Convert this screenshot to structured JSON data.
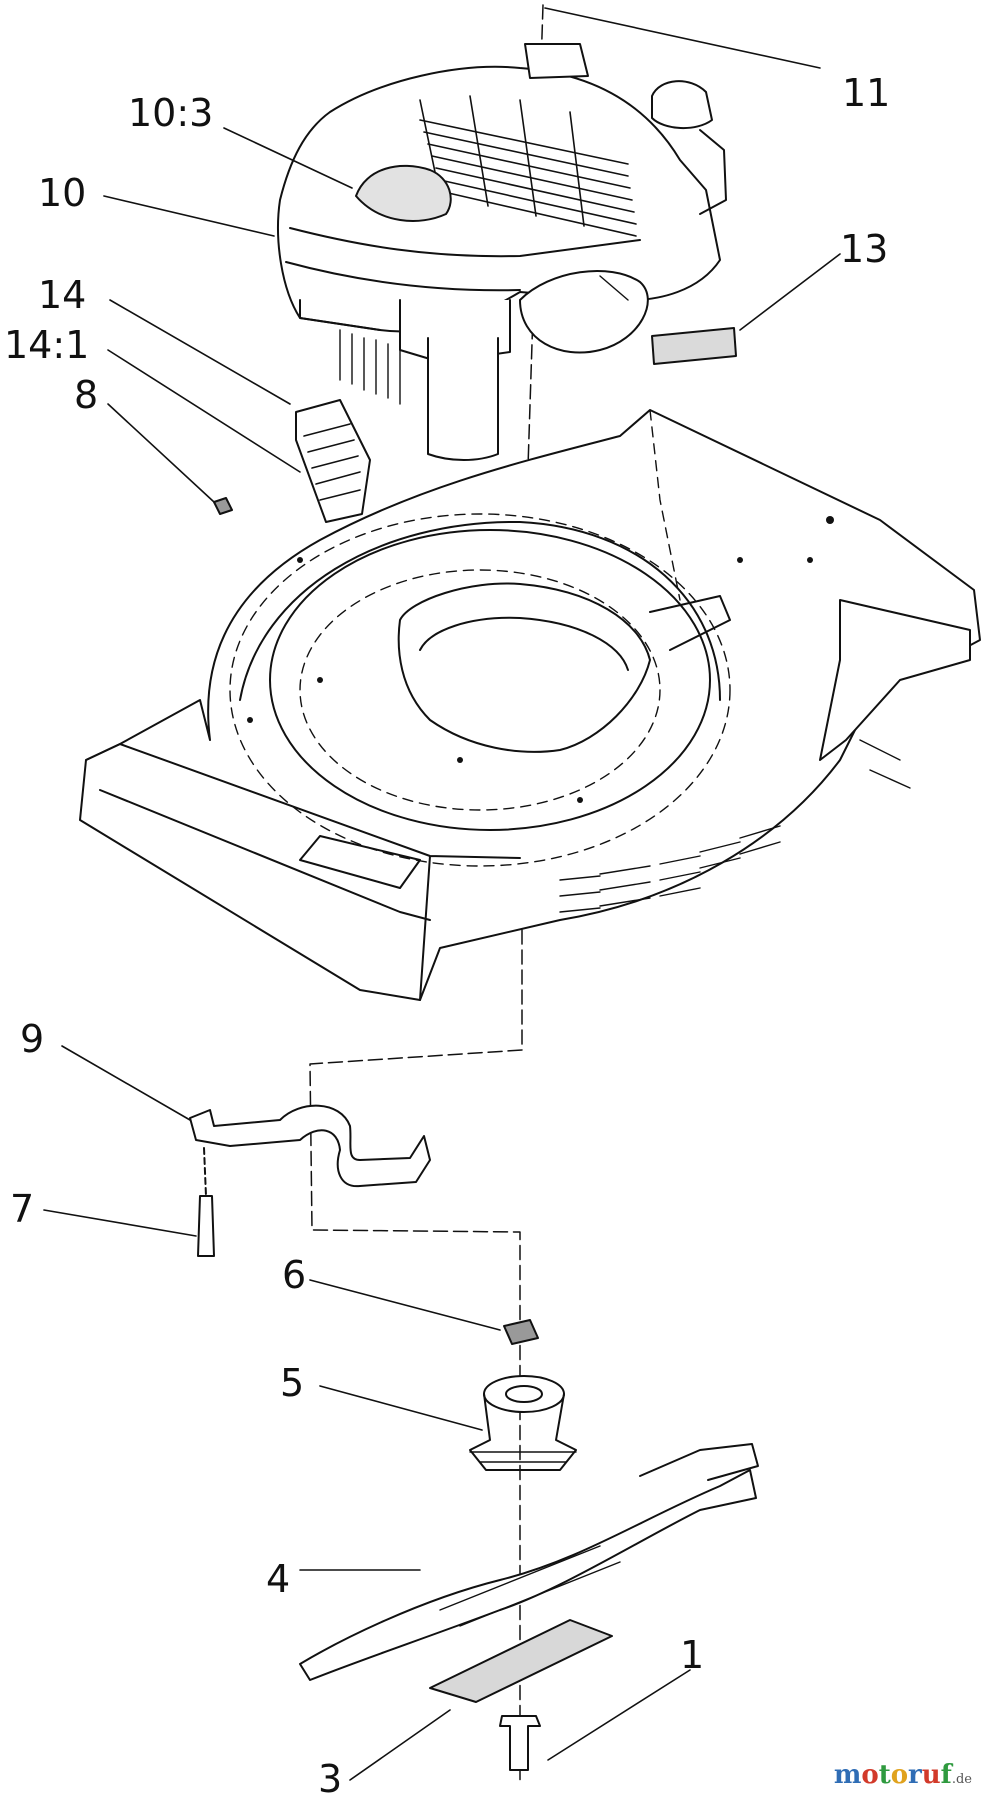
{
  "callouts": [
    {
      "id": "11",
      "text": "11"
    },
    {
      "id": "10-3",
      "text": "10:3"
    },
    {
      "id": "10",
      "text": "10"
    },
    {
      "id": "13",
      "text": "13"
    },
    {
      "id": "14",
      "text": "14"
    },
    {
      "id": "14-1",
      "text": "14:1"
    },
    {
      "id": "8",
      "text": "8"
    },
    {
      "id": "9",
      "text": "9"
    },
    {
      "id": "7",
      "text": "7"
    },
    {
      "id": "6",
      "text": "6"
    },
    {
      "id": "5",
      "text": "5"
    },
    {
      "id": "4",
      "text": "4"
    },
    {
      "id": "1",
      "text": "1"
    },
    {
      "id": "3",
      "text": "3"
    }
  ],
  "watermark": {
    "letters": [
      "m",
      "o",
      "t",
      "o",
      "r",
      "u",
      "f"
    ],
    "colors": [
      "#2f6db5",
      "#d23a2a",
      "#2f9a3f",
      "#e0a21e",
      "#2f6db5",
      "#d23a2a",
      "#2f9a3f"
    ],
    "suffix": ".de"
  },
  "colors": {
    "line": "#111111",
    "shade": "#d8d8d8",
    "dark": "#555555"
  }
}
